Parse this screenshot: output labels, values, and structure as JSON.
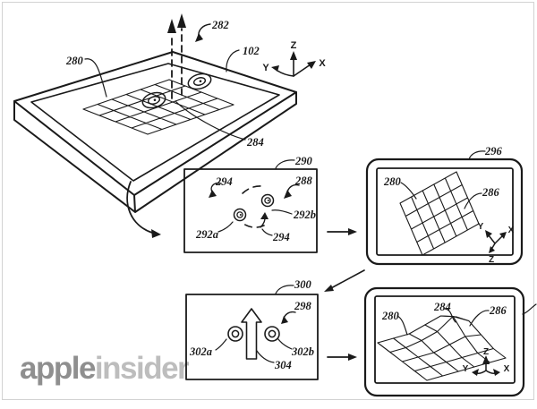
{
  "figure": {
    "device": {
      "body_ref": "102",
      "surface_ref": "280",
      "normal_arrows_ref": "282",
      "centroid_ref": "284",
      "axes": {
        "x": "X",
        "y": "Y",
        "z": "Z"
      }
    },
    "rotate_box": {
      "ref": "290",
      "arc_ref_top": "294",
      "contacts_ref": "288",
      "contact_right_ref": "292b",
      "contact_left_ref": "292a",
      "arc_ref_bottom": "294"
    },
    "rotated_tablet": {
      "ref": "296",
      "surface_ref": "280",
      "grid_ref": "286",
      "axes": {
        "x": "X",
        "y": "Y",
        "z": "Z"
      }
    },
    "swipe_box": {
      "ref": "300",
      "contacts_ref": "298",
      "contact_left_ref": "302a",
      "contact_right_ref": "302b",
      "arrow_ref": "304"
    },
    "deformed_tablet": {
      "surface_ref": "280",
      "peak_ref": "284",
      "grid_ref": "286",
      "axes": {
        "x": "X",
        "y": "Y",
        "z": "Z"
      }
    }
  },
  "watermark": {
    "brand_bold": "apple",
    "brand_light": "insider"
  },
  "colors": {
    "line": "#1a1a1a",
    "frame": "#d2d2d2",
    "watermark_dark": "#8f8f8f",
    "watermark_light": "#bdbdbd"
  }
}
